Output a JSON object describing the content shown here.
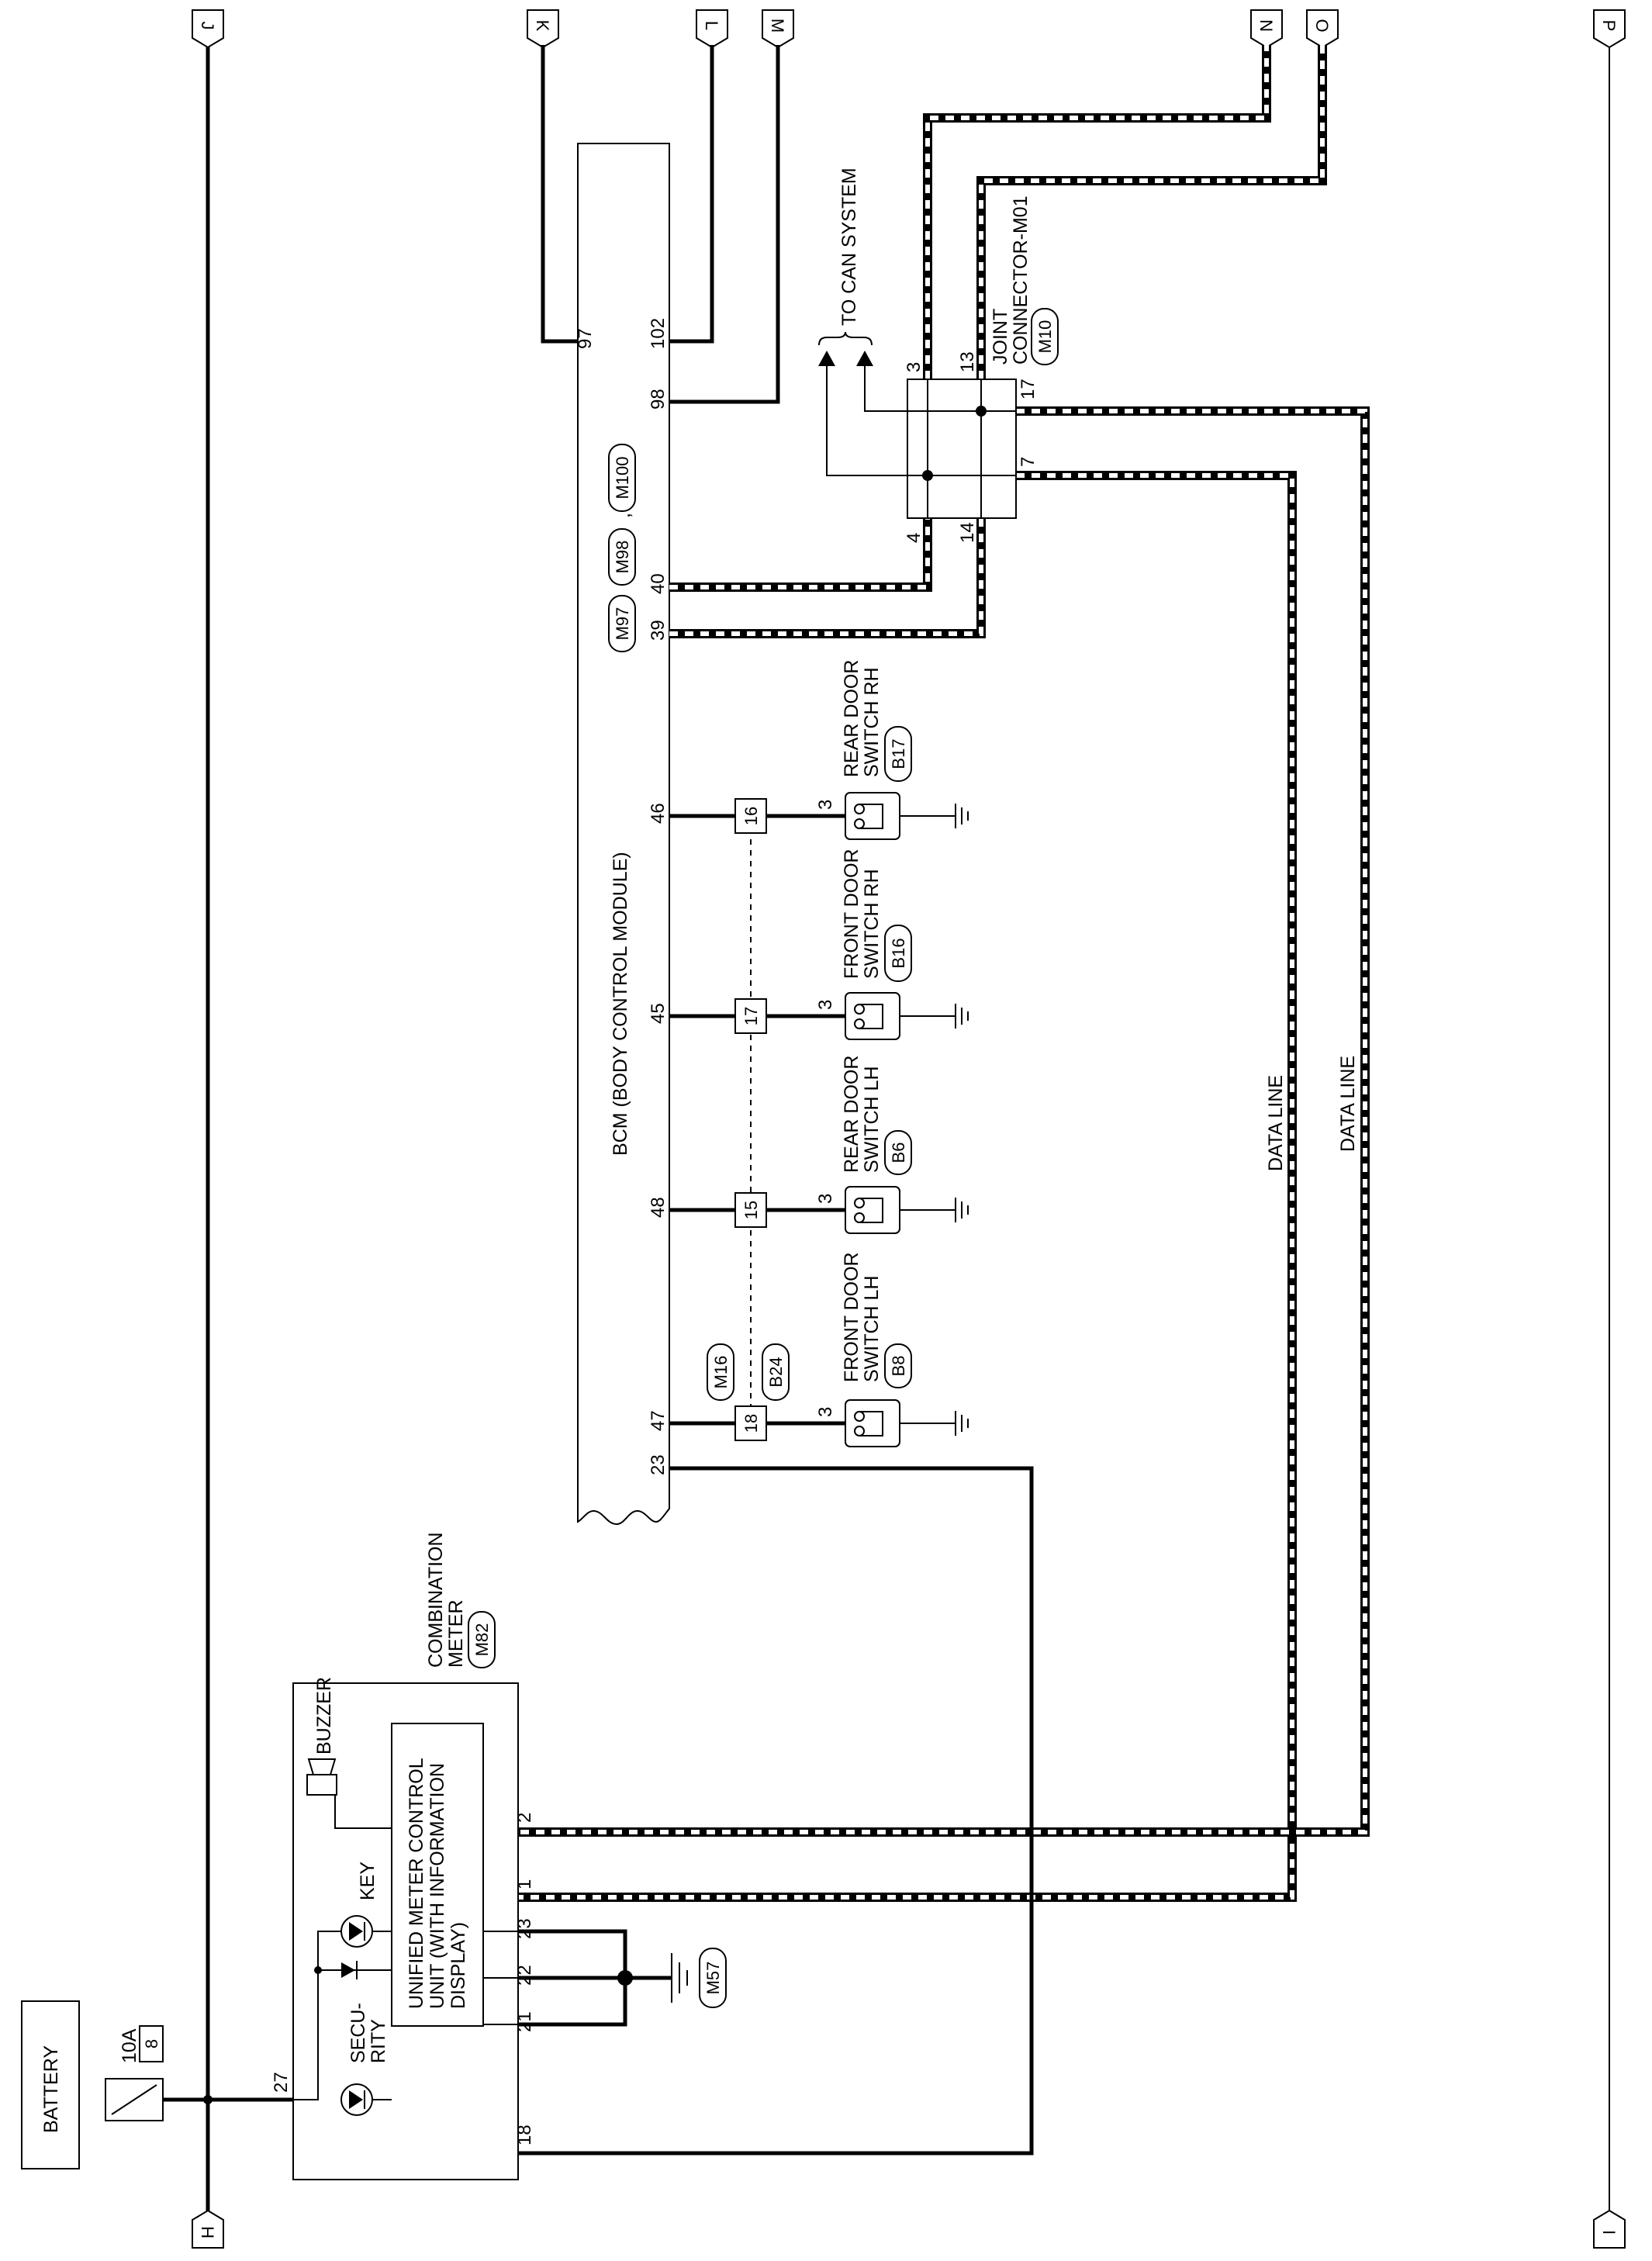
{
  "title": "",
  "connectors": {
    "J": "J",
    "K": "K",
    "L": "L",
    "M": "M",
    "N": "N",
    "O": "O",
    "P": "P",
    "H": "H",
    "I": "I"
  },
  "battery": {
    "label": "BATTERY",
    "fuse_rating": "10A",
    "fuse_number": "8"
  },
  "bcm": {
    "label": "BCM (BODY CONTROL MODULE)",
    "connectors": [
      "M97",
      "M98",
      "M100"
    ],
    "separator": ",",
    "pins": {
      "p97": "97",
      "p102": "102",
      "p98": "98",
      "p40": "40",
      "p39": "39",
      "p46": "46",
      "p45": "45",
      "p48": "48",
      "p47": "47",
      "p23": "23"
    }
  },
  "can": {
    "label": "TO CAN SYSTEM"
  },
  "joint": {
    "line1": "JOINT",
    "line2": "CONNECTOR-M01",
    "connector": "M10",
    "pins": {
      "p3": "3",
      "p13": "13",
      "p17": "17",
      "p7": "7",
      "p4": "4",
      "p14": "14"
    }
  },
  "harness_connectors": {
    "m16": "M16",
    "b24": "B24"
  },
  "door_switches": [
    {
      "line1": "REAR DOOR",
      "line2": "SWITCH RH",
      "connector": "B17",
      "splice": "16",
      "pin": "3"
    },
    {
      "line1": "FRONT DOOR",
      "line2": "SWITCH RH",
      "connector": "B16",
      "splice": "17",
      "pin": "3"
    },
    {
      "line1": "REAR DOOR",
      "line2": "SWITCH LH",
      "connector": "B6",
      "splice": "15",
      "pin": "3"
    },
    {
      "line1": "FRONT DOOR",
      "line2": "SWITCH LH",
      "connector": "B8",
      "splice": "18",
      "pin": "3"
    }
  ],
  "data_line": {
    "label1": "DATA LINE",
    "label2": "DATA LINE"
  },
  "meter": {
    "label1": "COMBINATION",
    "label2": "METER",
    "connector": "M82",
    "buzzer": "BUZZER",
    "unit_line1": "UNIFIED METER CONTROL",
    "unit_line2": "UNIT (WITH INFORMATION",
    "unit_line3": "DISPLAY)",
    "key": "KEY",
    "security_line1": "SECU-",
    "security_line2": "RITY",
    "pins": {
      "p2": "2",
      "p1": "1",
      "p23": "23",
      "p22": "22",
      "p21": "21",
      "p18": "18",
      "p27": "27"
    },
    "ground_connector": "M57"
  }
}
